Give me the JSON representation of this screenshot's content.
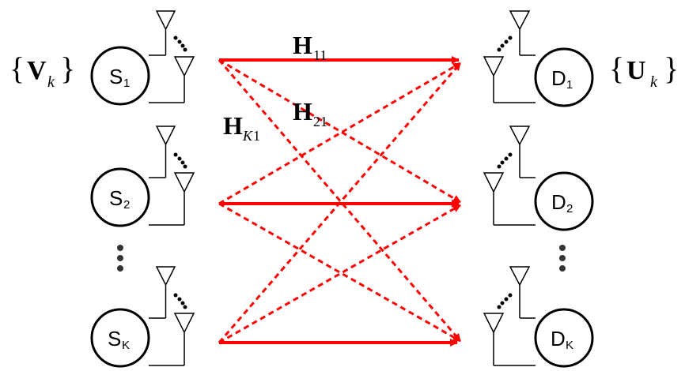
{
  "diagram": {
    "sources": [
      {
        "id": "s1",
        "base": "S",
        "sub": "1"
      },
      {
        "id": "s2",
        "base": "S",
        "sub": "2"
      },
      {
        "id": "sk",
        "base": "S",
        "sub": "K"
      }
    ],
    "destinations": [
      {
        "id": "d1",
        "base": "D",
        "sub": "1"
      },
      {
        "id": "d2",
        "base": "D",
        "sub": "2"
      },
      {
        "id": "dk",
        "base": "D",
        "sub": "K"
      }
    ],
    "precoder_set": {
      "open": "{",
      "symbol": "V",
      "sub": "k",
      "close": "}"
    },
    "decoder_set": {
      "open": "{",
      "symbol": "U",
      "sub": "k",
      "close": "}"
    },
    "channels": {
      "h11": {
        "symbol": "H",
        "sub": "11"
      },
      "h21": {
        "symbol": "H",
        "sub": "21"
      },
      "hk1": {
        "symbol": "H",
        "subA": "K",
        "subB": "1"
      }
    },
    "link_color": "#ff0000"
  }
}
